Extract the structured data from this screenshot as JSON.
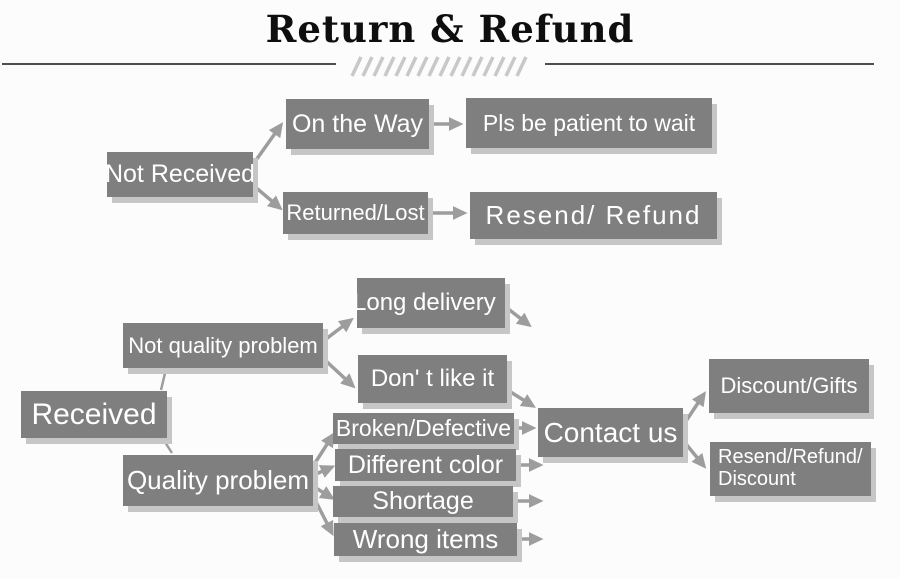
{
  "title": "Return & Refund",
  "colors": {
    "box": "#7f7f7f",
    "text": "#ffffff",
    "arrow": "#9d9d9d",
    "shadow": "#c6c6c6",
    "line": "#4e4e4e",
    "hatch": "#c8c8c8"
  },
  "nodes": {
    "not_received": "Not Received",
    "on_the_way": "On the Way",
    "pls_be_patient": "Pls be patient to wait",
    "returned_lost": "Returned/Lost",
    "resend_refund": "Resend/ Refund",
    "received": "Received",
    "not_quality_problem": "Not quality problem",
    "long_delivery": "Long delivery",
    "dont_like_it": "Don' t like it",
    "quality_problem": "Quality problem",
    "broken_defective": "Broken/Defective",
    "different_color": "Different color",
    "shortage": "Shortage",
    "wrong_items": "Wrong items",
    "contact_us": "Contact us",
    "discount_gifts": "Discount/Gifts",
    "resend_refund_discount_line1": "Resend/Refund/",
    "resend_refund_discount_line2": "Discount"
  },
  "edges": [
    {
      "from": "not_received",
      "to": "on_the_way"
    },
    {
      "from": "not_received",
      "to": "returned_lost"
    },
    {
      "from": "on_the_way",
      "to": "pls_be_patient"
    },
    {
      "from": "returned_lost",
      "to": "resend_refund"
    },
    {
      "from": "received",
      "to": "not_quality_problem"
    },
    {
      "from": "received",
      "to": "quality_problem"
    },
    {
      "from": "not_quality_problem",
      "to": "long_delivery"
    },
    {
      "from": "not_quality_problem",
      "to": "dont_like_it"
    },
    {
      "from": "long_delivery",
      "to": "contact_us"
    },
    {
      "from": "dont_like_it",
      "to": "contact_us"
    },
    {
      "from": "quality_problem",
      "to": "broken_defective"
    },
    {
      "from": "quality_problem",
      "to": "different_color"
    },
    {
      "from": "quality_problem",
      "to": "shortage"
    },
    {
      "from": "quality_problem",
      "to": "wrong_items"
    },
    {
      "from": "broken_defective",
      "to": "contact_us"
    },
    {
      "from": "different_color",
      "to": "contact_us"
    },
    {
      "from": "shortage",
      "to": "contact_us"
    },
    {
      "from": "wrong_items",
      "to": "contact_us"
    },
    {
      "from": "contact_us",
      "to": "discount_gifts"
    },
    {
      "from": "contact_us",
      "to": "resend_refund_discount"
    }
  ]
}
